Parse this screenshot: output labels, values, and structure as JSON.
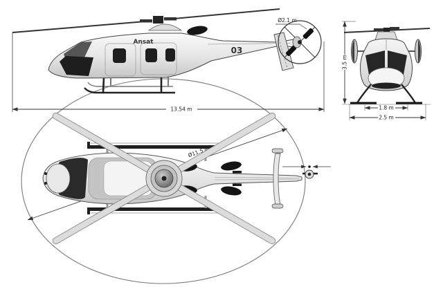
{
  "labels": {
    "brand": "Ansat",
    "board_number": "03"
  },
  "dims": {
    "overall_length": "13.54 m",
    "main_rotor_diameter": "Ø11.5 m",
    "tail_rotor_diameter": "Ø2.1 m",
    "height": "3.5 m",
    "track": "1.8 m",
    "width": "2.5 m"
  },
  "colors": {
    "ink": "#333333",
    "body_light": "#f0f0f0",
    "glass_dark": "#1e1e1e",
    "background": "#ffffff"
  }
}
